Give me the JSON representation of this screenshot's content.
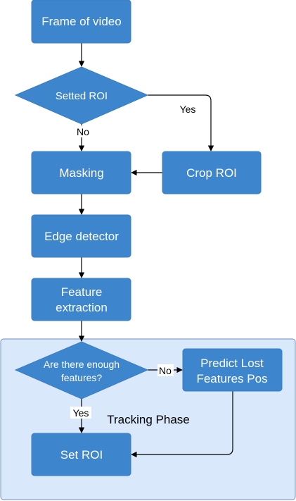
{
  "colors": {
    "node_fill": "#3d85cc",
    "node_stroke": "#3a7fc2",
    "group_fill": "#dae8fc",
    "group_stroke": "#6c8ebf",
    "edge": "#000000",
    "text": "#ffffff"
  },
  "nodes": {
    "frame": {
      "label": "Frame of video"
    },
    "setted_roi": {
      "label": "Setted ROI"
    },
    "masking": {
      "label": "Masking"
    },
    "crop_roi": {
      "label": "Crop ROI"
    },
    "edge_detector": {
      "label": "Edge detector"
    },
    "feature_extraction": {
      "line1": "Feature",
      "line2": "extraction"
    },
    "enough_features": {
      "line1": "Are there enough",
      "line2": "features?"
    },
    "predict_lost": {
      "line1": "Predict Lost",
      "line2": "Features Pos"
    },
    "set_roi": {
      "label": "Set ROI"
    }
  },
  "edges": {
    "setted_yes": "Yes",
    "setted_no": "No",
    "enough_no": "No",
    "enough_yes": "Yes"
  },
  "group": {
    "label": "Tracking Phase"
  }
}
